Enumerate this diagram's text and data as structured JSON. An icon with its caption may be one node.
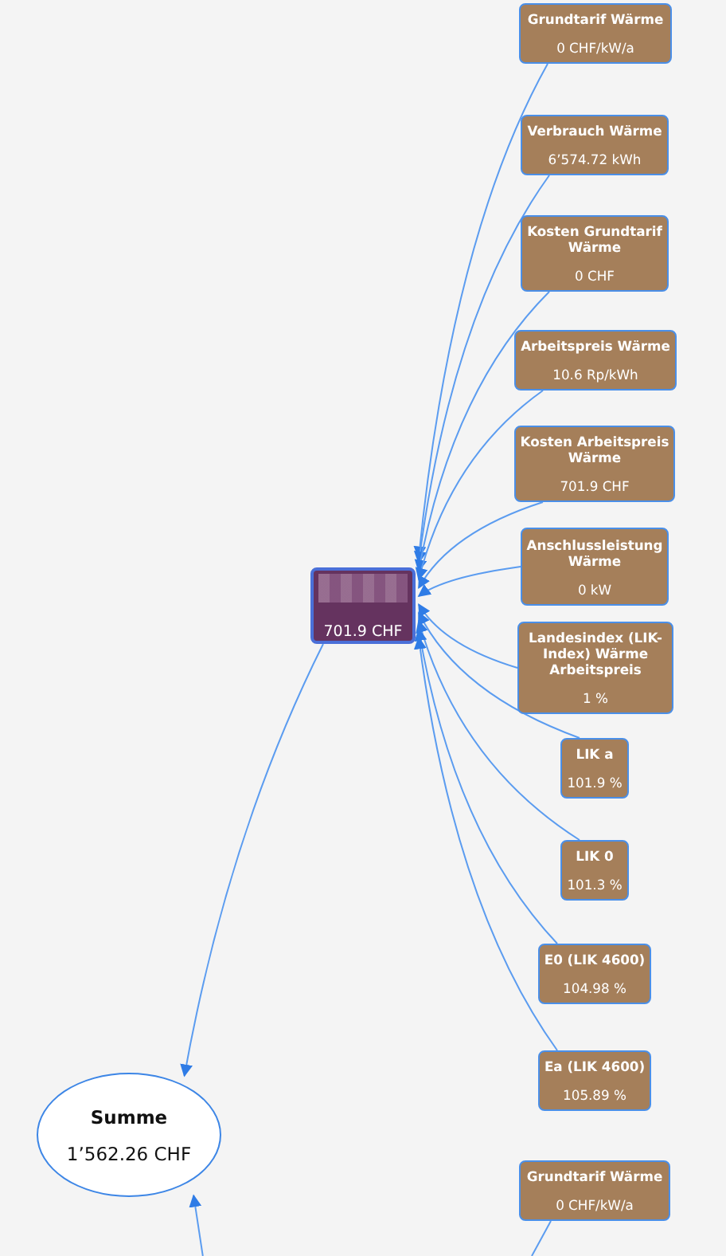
{
  "diagram": {
    "nodes": [
      {
        "text": [
          "701.9 CHF"
        ]
      },
      {
        "text": [
          "Grundtarif Wärme",
          "0 CHF/kW/a"
        ]
      },
      {
        "text": [
          "Verbrauch Wärme",
          "6’574.72 kWh"
        ]
      },
      {
        "text": [
          "Kosten Grundtarif Wärme",
          "0 CHF"
        ]
      },
      {
        "text": [
          "Arbeitspreis Wärme",
          "10.6 Rp/kWh"
        ]
      },
      {
        "text": [
          "Kosten Arbeitspreis Wärme",
          "701.9 CHF"
        ]
      },
      {
        "text": [
          "Anschlussleistung Wärme",
          "0 kW"
        ]
      },
      {
        "text": [
          "Landesindex (LIK-Index) Wärme Arbeitspreis",
          "1 %"
        ]
      },
      {
        "text": [
          "LIK a",
          "101.9 %"
        ]
      },
      {
        "text": [
          "LIK 0",
          "101.3 %"
        ]
      },
      {
        "text": [
          "E0 (LIK 4600)",
          "104.98 %"
        ]
      },
      {
        "text": [
          "Ea (LIK 4600)",
          "105.89 %"
        ]
      },
      {
        "text": [
          "Summe",
          "1’562.26 CHF"
        ]
      },
      {
        "text": [
          "Grundtarif Wärme",
          "0 CHF/kW/a"
        ]
      }
    ],
    "edges": [
      {
        "from": 1,
        "to": 0,
        "arrow": "to"
      },
      {
        "from": 2,
        "to": 0,
        "arrow": "to"
      },
      {
        "from": 3,
        "to": 0,
        "arrow": "to"
      },
      {
        "from": 4,
        "to": 0,
        "arrow": "to"
      },
      {
        "from": 5,
        "to": 0,
        "arrow": "to"
      },
      {
        "from": 6,
        "to": 0,
        "arrow": "to"
      },
      {
        "from": 7,
        "to": 0,
        "arrow": "to"
      },
      {
        "from": 8,
        "to": 0,
        "arrow": "to"
      },
      {
        "from": 9,
        "to": 0,
        "arrow": "to"
      },
      {
        "from": 10,
        "to": 0,
        "arrow": "to"
      },
      {
        "from": 11,
        "to": 0,
        "arrow": "to"
      },
      {
        "from": 0,
        "to": 12,
        "arrow": "to"
      },
      {
        "from": null,
        "to": 12,
        "arrow": "to"
      },
      {
        "from": 13,
        "to": null,
        "arrow": "none"
      }
    ]
  }
}
